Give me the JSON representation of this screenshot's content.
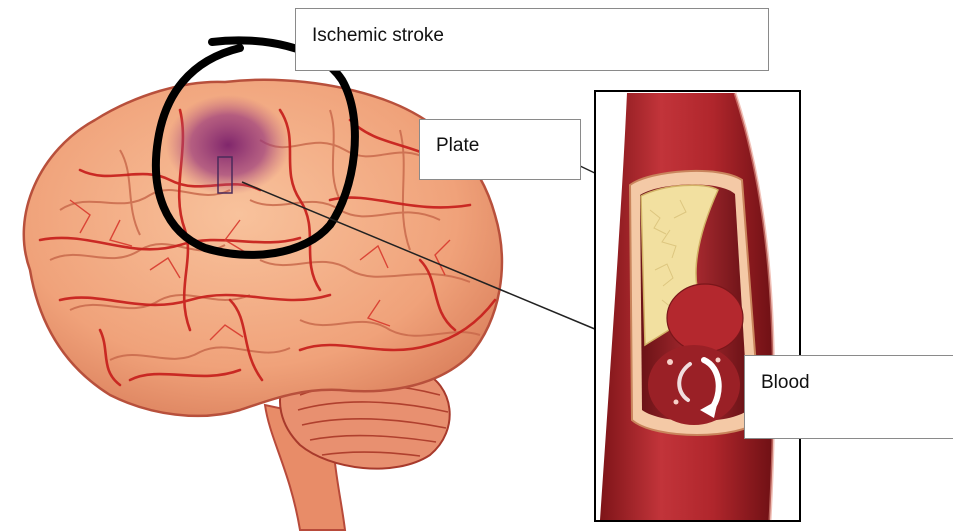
{
  "labels": {
    "ischemic_stroke": "Ischemic stroke",
    "plate": "Plate",
    "blood": "Blood"
  },
  "colors": {
    "background": "#ffffff",
    "brain_tissue": "#f0a27a",
    "brain_shadow": "#e07f5c",
    "vessel_red": "#c8231f",
    "artery_wall": "#a81e24",
    "plaque": "#f2e0a0",
    "lumen_dark": "#8e1c20",
    "stroke_area": "#8a2a6e",
    "annotation_ring": "#000000",
    "label_border": "#8a8a8a"
  },
  "icons": [
    "circulation-arrow-icon"
  ]
}
